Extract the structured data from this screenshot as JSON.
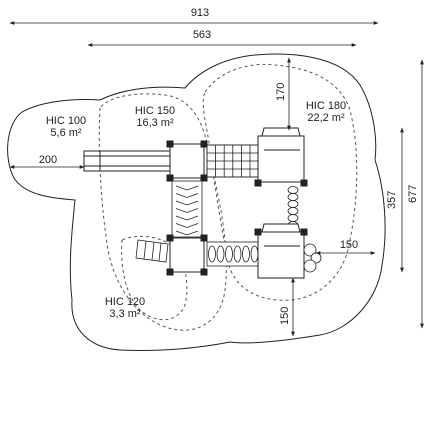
{
  "dimensions": {
    "total_width": "913",
    "inner_width": "563",
    "top_clearance": "170",
    "left_clearance": "200",
    "right_clearance": "150",
    "bottom_clearance": "150",
    "height_inner": "357",
    "height_total": "677"
  },
  "zones": [
    {
      "code": "HIC 100",
      "area": "5,6 m²"
    },
    {
      "code": "HIC 150",
      "area": "16,3 m²"
    },
    {
      "code": "HIC 180",
      "area": "22,2 m²"
    },
    {
      "code": "HIC 120",
      "area": "3,3 m²"
    }
  ],
  "colors": {
    "line": "#222222",
    "dash": "#555555",
    "fill": "#ffffff"
  }
}
